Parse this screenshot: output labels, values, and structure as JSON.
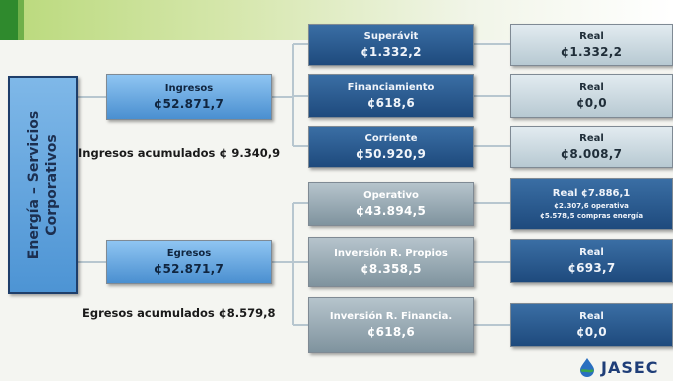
{
  "root": {
    "label": "Energía – Servicios Corporativos"
  },
  "ingresos": {
    "title": "Ingresos",
    "value": "¢52.871,7",
    "accumulated": "Ingresos acumulados ¢ 9.340,9",
    "items": [
      {
        "title": "Superávit",
        "value": "¢1.332,2",
        "real_title": "Real",
        "real_value": "¢1.332,2"
      },
      {
        "title": "Financiamiento",
        "value": "¢618,6",
        "real_title": "Real",
        "real_value": "¢0,0"
      },
      {
        "title": "Corriente",
        "value": "¢50.920,9",
        "real_title": "Real",
        "real_value": "¢8.008,7"
      }
    ]
  },
  "egresos": {
    "title": "Egresos",
    "value": "¢52.871,7",
    "accumulated": "Egresos acumulados ¢8.579,8",
    "items": [
      {
        "title": "Operativo",
        "value": "¢43.894,5",
        "real_title": "Real ¢7.886,1",
        "real_line2": "¢2.307,6 operativa",
        "real_line3": "¢5.578,5 compras energía"
      },
      {
        "title": "Inversión R. Propios",
        "value": "¢8.358,5",
        "real_title": "Real",
        "real_value": "¢693,7"
      },
      {
        "title": "Inversión R. Financia.",
        "value": "¢618,6",
        "real_title": "Real",
        "real_value": "¢0,0"
      }
    ]
  },
  "logo": {
    "text": "JASEC",
    "icon": "water-drop-icon"
  },
  "colors": {
    "dark_blue": "#1e4a7d",
    "light_blue": "#4a8fd0",
    "gray": "#7f939e",
    "accent_green": "#2f8a2d"
  }
}
